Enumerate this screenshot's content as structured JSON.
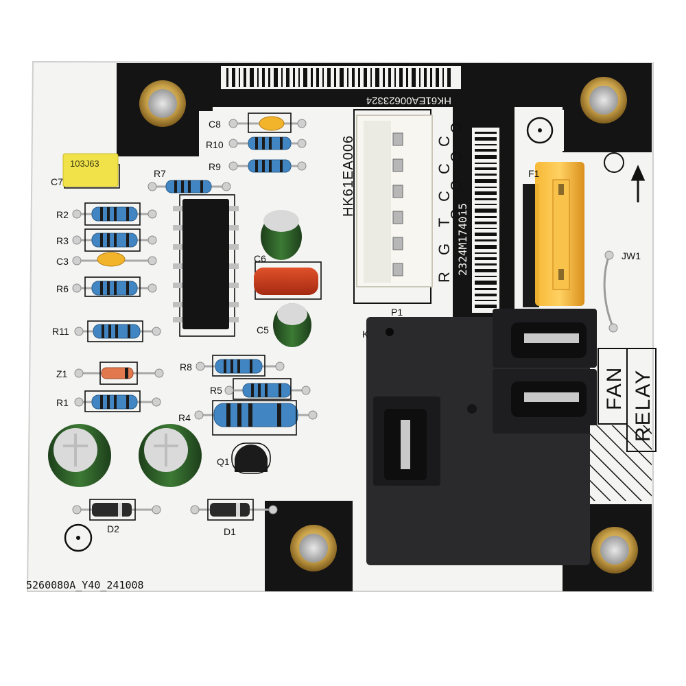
{
  "board": {
    "part_number_vertical": "HK61EA006",
    "serial_top": "HK61EA00623324",
    "serial_vertical": "2324M174015",
    "connector_pins_top": "C C C C",
    "connector_pins_bottom": "R G T C C C",
    "footer_code": "5260080A_Y40_241008",
    "fan_label": "FAN",
    "relay_label": "RELAY",
    "cap_c7_marking": "103J63"
  },
  "silkscreen_labels": {
    "c8": "C8",
    "r10": "R10",
    "r9": "R9",
    "r7": "R7",
    "c7": "C7",
    "r2": "R2",
    "r3": "R3",
    "c3": "C3",
    "r6": "R6",
    "r11": "R11",
    "z1": "Z1",
    "r1": "R1",
    "r8": "R8",
    "r5": "R5",
    "r4": "R4",
    "q1": "Q1",
    "c5": "C5",
    "c6": "C6",
    "d1": "D1",
    "d2": "D2",
    "f1": "F1",
    "jw1": "JW1",
    "p1": "P1",
    "k": "K"
  },
  "colors": {
    "pcb": "#f4f4f2",
    "mask_black": "#141414",
    "brass": "#c9a24a",
    "fuse": "#f0a020",
    "relay": "#2a2a2c",
    "resistor": "#3f7fb8",
    "cap_yellow": "#f2e24a",
    "electrolytic": "#2d5a2a"
  }
}
